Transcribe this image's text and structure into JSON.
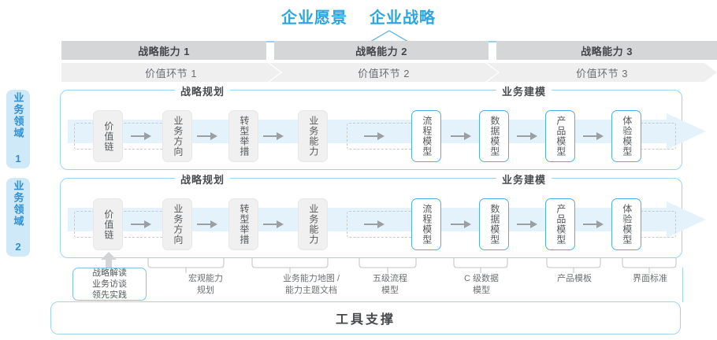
{
  "header": {
    "titles": [
      "企业愿景",
      "企业战略"
    ],
    "accent_color": "#2ba6e0"
  },
  "capability_bars": {
    "bar_color": "#d4d6d7",
    "items": [
      "战略能力 1",
      "战略能力 2",
      "战略能力 3"
    ]
  },
  "value_bars": {
    "bar_color": "#efefef",
    "items": [
      "价值环节 1",
      "价值环节 2",
      "价值环节 3"
    ]
  },
  "side_labels": [
    {
      "text": "业务领域 1"
    },
    {
      "text": "业务领域 2"
    }
  ],
  "section_titles": {
    "left": "战略规划",
    "right": "业务建模"
  },
  "rows": [
    {
      "name": "业务领域 1",
      "nodes": [
        {
          "label": "价值链",
          "style": "gray"
        },
        {
          "label": "业务方向",
          "style": "gray"
        },
        {
          "label": "转型举措",
          "style": "gray"
        },
        {
          "label": "业务能力",
          "style": "gray"
        },
        {
          "label": "流程模型",
          "style": "blue"
        },
        {
          "label": "数据模型",
          "style": "blue"
        },
        {
          "label": "产品模型",
          "style": "blue"
        },
        {
          "label": "体验模型",
          "style": "blue"
        }
      ]
    },
    {
      "name": "业务领域 2",
      "nodes": [
        {
          "label": "价值链",
          "style": "gray"
        },
        {
          "label": "业务方向",
          "style": "gray"
        },
        {
          "label": "转型举措",
          "style": "gray"
        },
        {
          "label": "业务能力",
          "style": "gray"
        },
        {
          "label": "流程模型",
          "style": "blue"
        },
        {
          "label": "数据模型",
          "style": "blue"
        },
        {
          "label": "产品模型",
          "style": "blue"
        },
        {
          "label": "体验模型",
          "style": "blue"
        }
      ]
    }
  ],
  "annotations": {
    "boxed": "战略解读\n业务访谈\n领先实践",
    "items": [
      "宏观能力\n规划",
      "业务能力地图 /\n能力主题文档",
      "五级流程\n模型",
      "C 级数据\n模型",
      "产品模板",
      "界面标准"
    ]
  },
  "footer": {
    "label": "工具支撑"
  }
}
